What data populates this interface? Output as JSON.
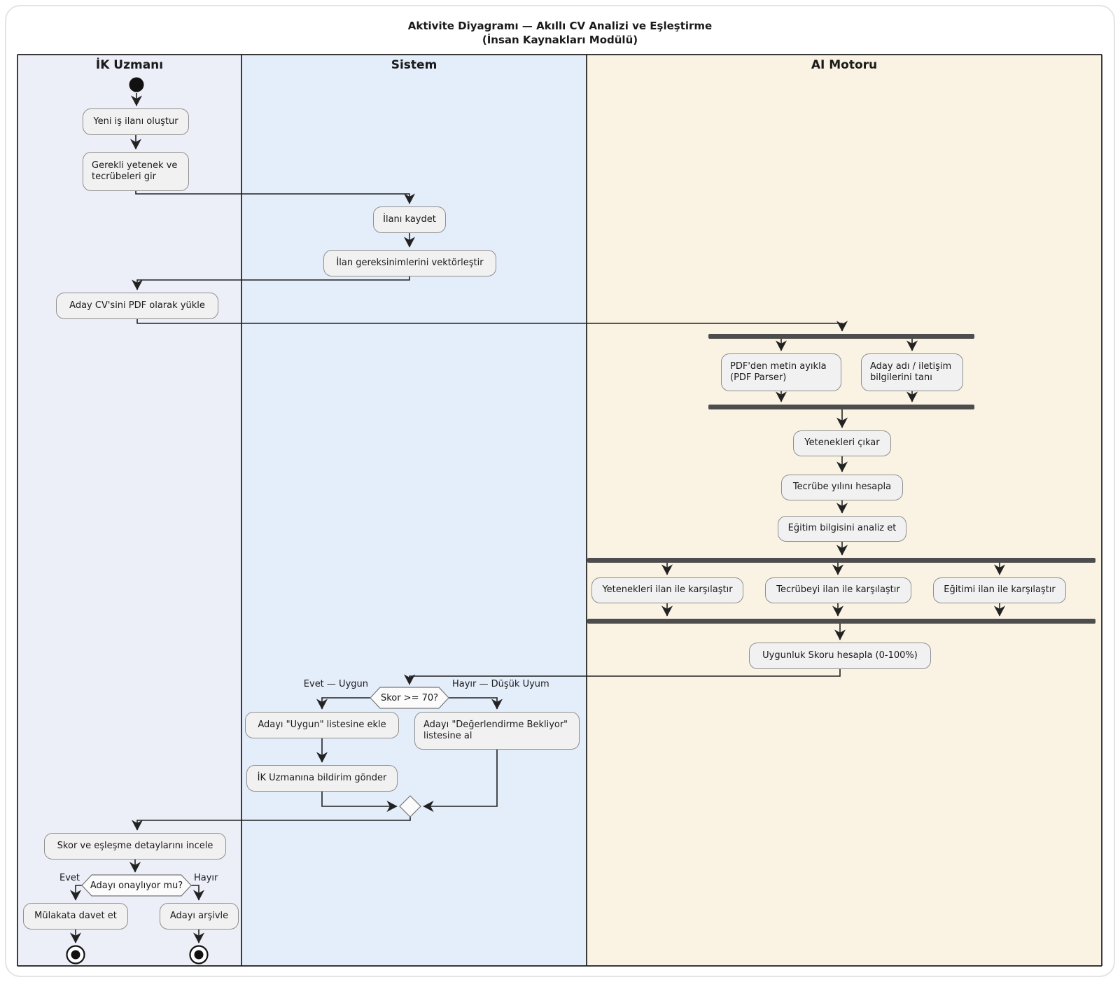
{
  "title": {
    "line1": "Aktivite Diyagramı — Akıllı CV Analizi ve Eşleştirme",
    "line2": "(İnsan Kaynakları Modülü)"
  },
  "lanes": {
    "hr": "İK Uzmanı",
    "system": "Sistem",
    "ai": "AI Motoru"
  },
  "nodes": {
    "create_job": "Yeni iş ilanı oluştur",
    "enter_requirements": "Gerekli yetenek ve tecrübeleri gir",
    "save_posting": "İlanı kaydet",
    "vectorize": "İlan gereksinimlerini vektörleştir",
    "upload_cv": "Aday CV'sini PDF olarak yükle",
    "pdf_parse": "PDF'den metin ayıkla (PDF Parser)",
    "detect_contact": "Aday adı / iletişim bilgilerini tanı",
    "extract_skills": "Yetenekleri çıkar",
    "calc_experience": "Tecrübe yılını hesapla",
    "analyze_education": "Eğitim bilgisini analiz et",
    "compare_skills": "Yetenekleri ilan ile karşılaştır",
    "compare_experience": "Tecrübeyi ilan ile karşılaştır",
    "compare_education": "Eğitimi ilan ile karşılaştır",
    "calc_score": "Uygunluk Skoru hesapla (0-100%)",
    "add_suitable": "Adayı \"Uygun\" listesine ekle",
    "add_waiting": "Adayı \"Değerlendirme Bekliyor\" listesine al",
    "notify_hr": "İK Uzmanına bildirim gönder",
    "review_score": "Skor ve eşleşme detaylarını incele",
    "invite_interview": "Mülakata davet et",
    "archive_candidate": "Adayı arşivle"
  },
  "decisions": {
    "score_check": {
      "label": "Skor >= 70?",
      "yes": "Evet — Uygun",
      "no": "Hayır — Düşük Uyum"
    },
    "approve_check": {
      "label": "Adayı onaylıyor mu?",
      "yes": "Evet",
      "no": "Hayır"
    }
  },
  "colors": {
    "hr_bg": "#eceef8",
    "system_bg": "#e4edfa",
    "ai_bg": "#faf3e4",
    "node_fill": "#f1f1f1",
    "node_border": "#8f8f8f",
    "bar": "#4d4d4d",
    "edge": "#222222"
  }
}
